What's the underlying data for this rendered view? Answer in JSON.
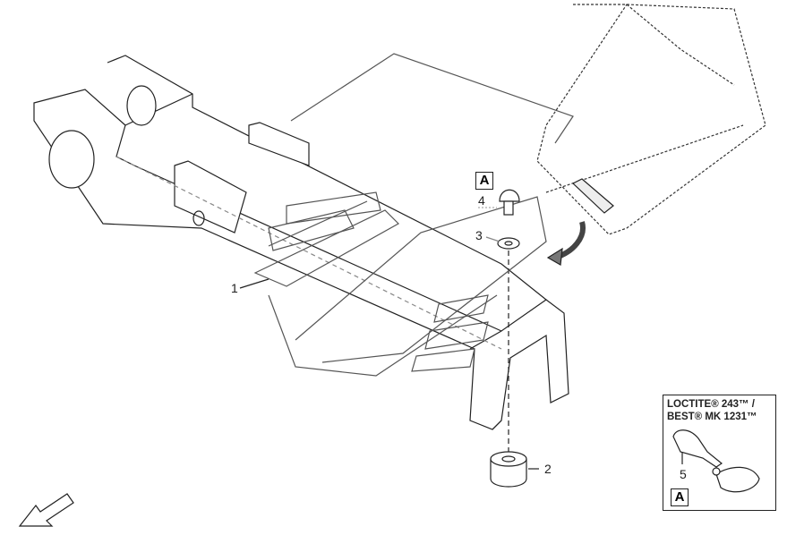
{
  "callouts": {
    "frame": "1",
    "bumper": "2",
    "washer": "3",
    "bolt": "4",
    "adhesive": "5"
  },
  "detail_ref": "A",
  "adhesive_box": {
    "line1": "LOCTITE® 243™ /",
    "line2": "BEST® MK 1231™",
    "ref": "A"
  }
}
